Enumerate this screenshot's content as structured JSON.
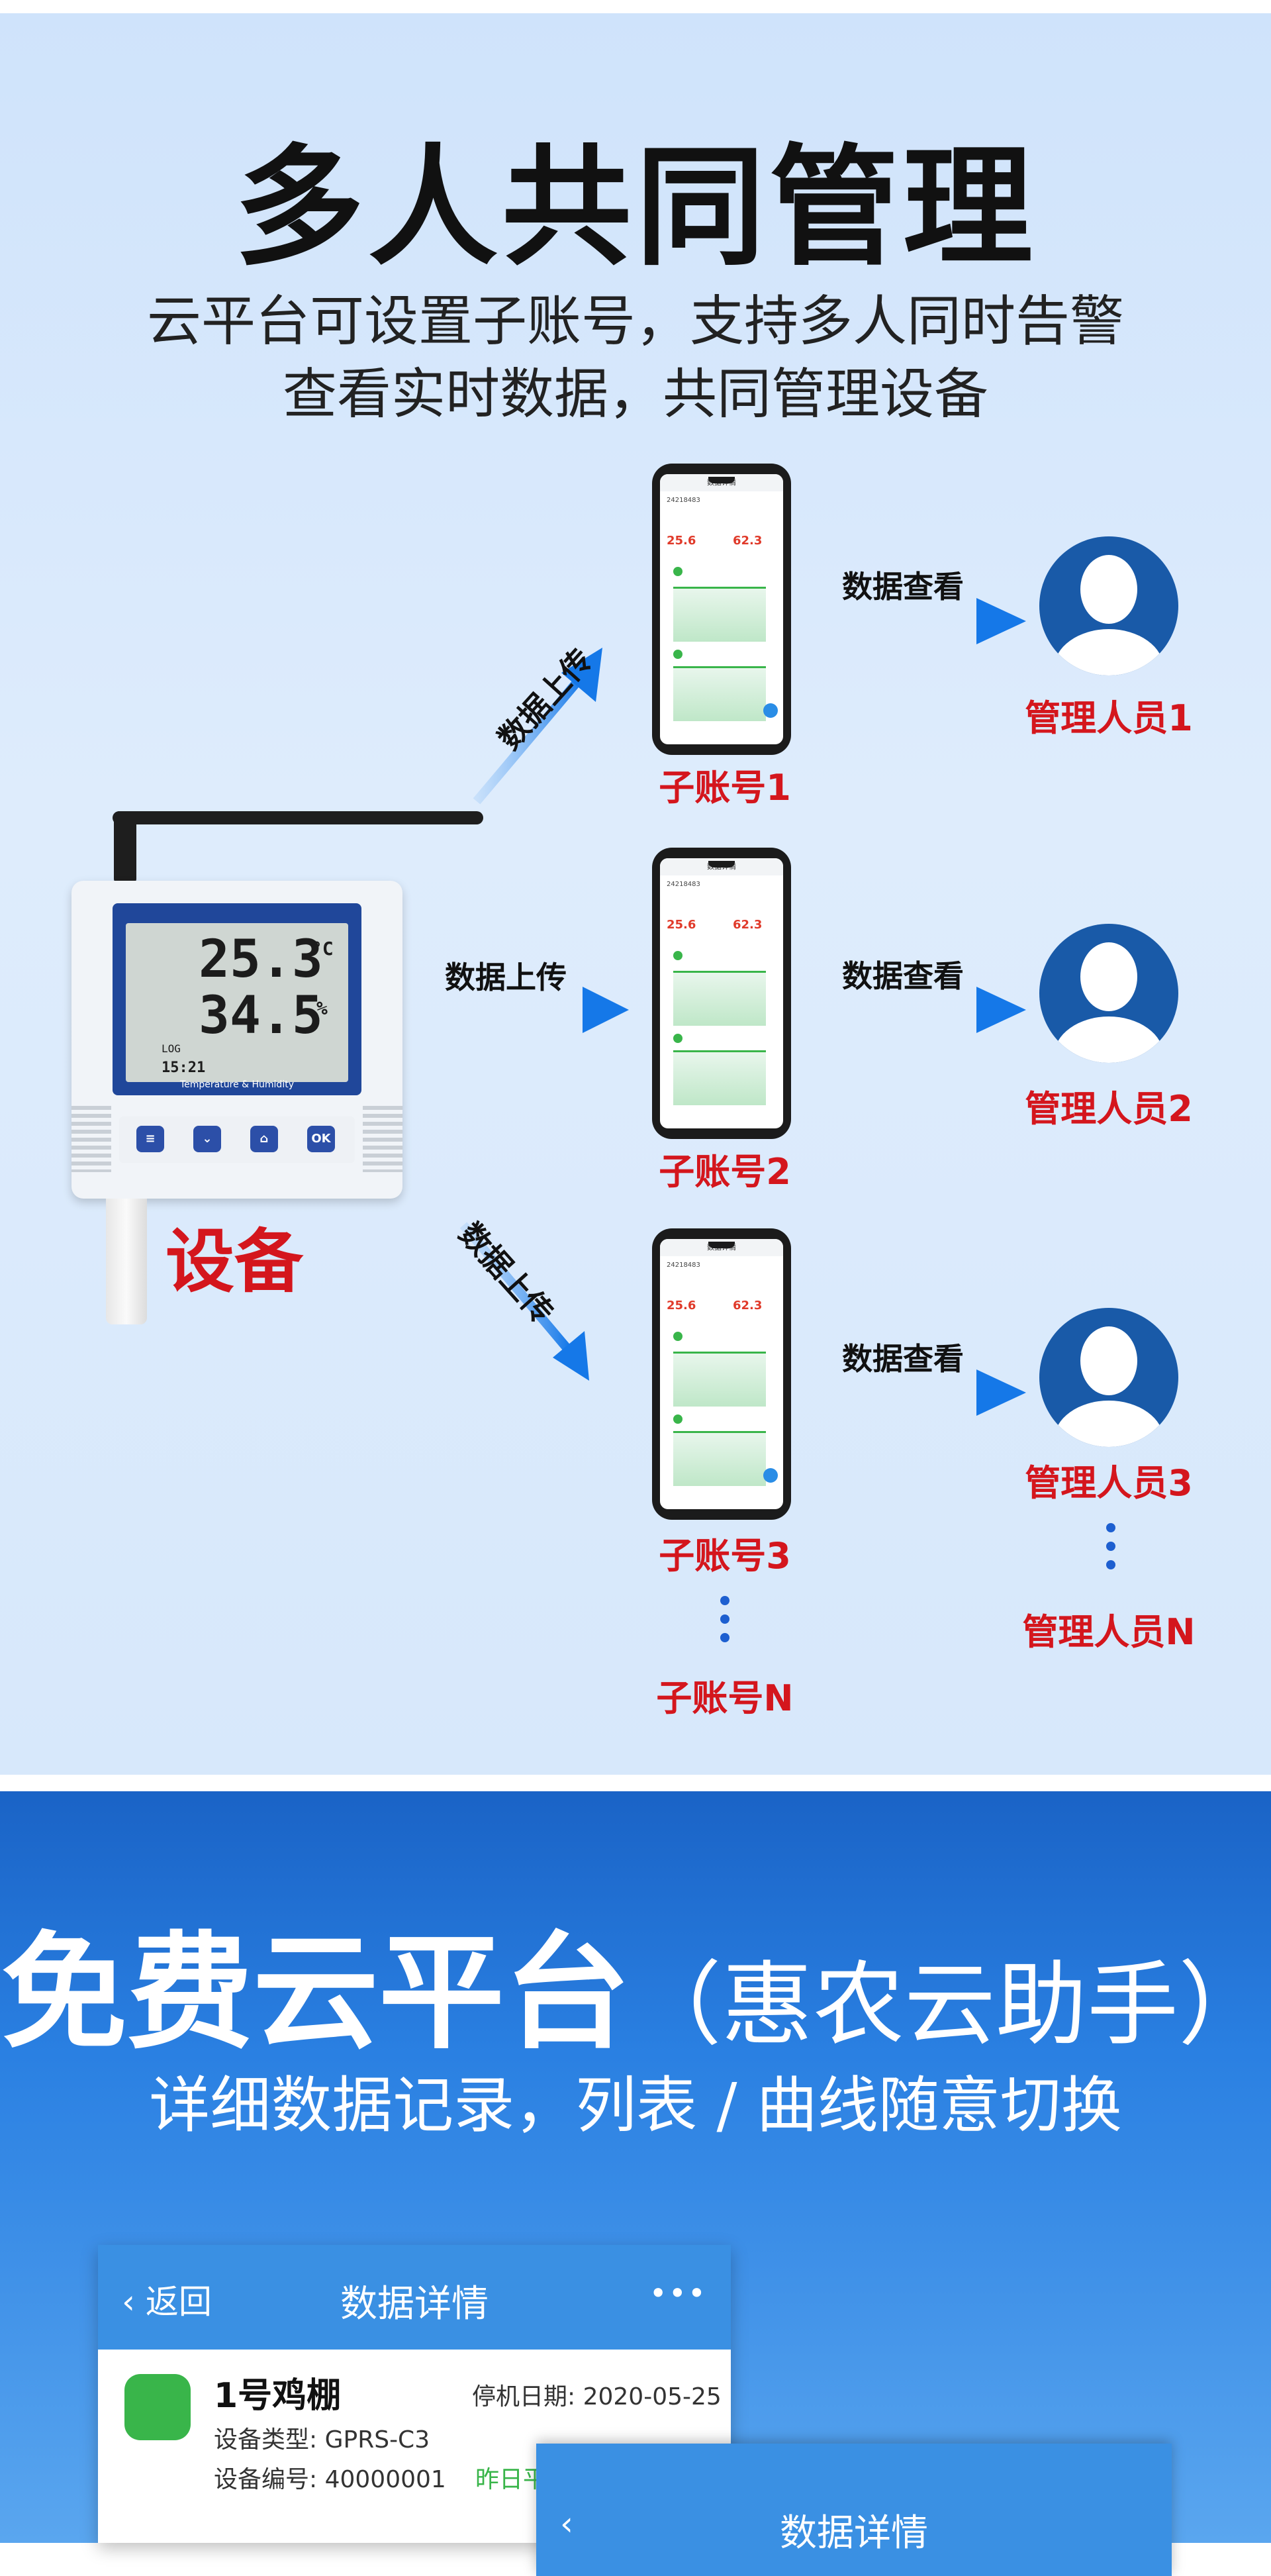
{
  "section1": {
    "title": "多人共同管理",
    "subtitle_line1": "云平台可设置子账号，支持多人同时告警",
    "subtitle_line2": "查看实时数据，共同管理设备",
    "device_label": "设备",
    "upload_label": "数据上传",
    "view_label": "数据查看",
    "subaccounts": [
      "子账号1",
      "子账号2",
      "子账号3",
      "子账号N"
    ],
    "managers": [
      "管理人员1",
      "管理人员2",
      "管理人员3",
      "管理人员N"
    ],
    "device": {
      "temp_display": "25.3",
      "temp_unit": "°C",
      "hum_display": "34.5",
      "hum_unit": "%",
      "log_text": "LOG",
      "time_text": "15:21",
      "caption": "Temperature & Humidity",
      "ok_key": "OK"
    },
    "phone": {
      "header": "数据详情",
      "device_id": "24218483",
      "temp_value": "25.6",
      "hum_value": "62.3"
    }
  },
  "section2": {
    "title_main": "免费云平台",
    "title_paren": "（惠农云助手）",
    "subtitle": "详细数据记录，列表 / 曲线随意切换",
    "card": {
      "back_label": "返回",
      "title": "数据详情",
      "more_icon": "•••",
      "farm_name": "1号鸡棚",
      "stop_date_label": "停机日期:",
      "stop_date": "2020-05-25",
      "device_type_label": "设备类型:",
      "device_type": "GPRS-C3",
      "device_no_label": "设备编号:",
      "device_no": "40000001",
      "yesterday_label": "昨日平"
    },
    "card2": {
      "title": "数据详情"
    }
  },
  "colors": {
    "accent_red": "#d4161d",
    "accent_blue": "#1d5fd0",
    "header_blue": "#3a90e3",
    "green": "#39b54a"
  }
}
